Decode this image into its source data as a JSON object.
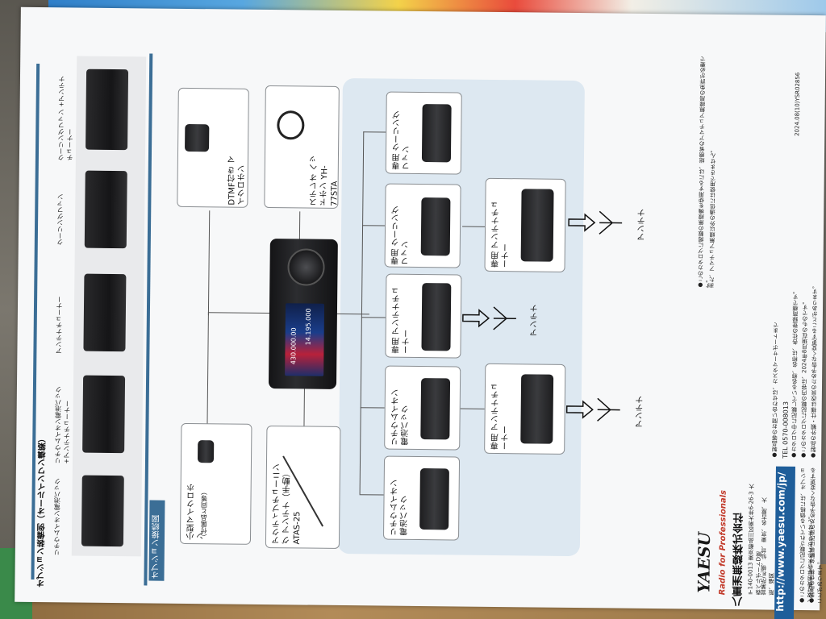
{
  "page": {
    "left_title": "オプション装備例（オールインワン構築）",
    "diagram_title": "オプション接続図"
  },
  "config_photos": [
    {
      "label": "リチウムイオン電池パック"
    },
    {
      "label": "リチウムイオン電池パック +アンテナチューナー"
    },
    {
      "label": "アンテナチューナー"
    },
    {
      "label": "クーリングファン"
    },
    {
      "label": "クーリングファン +アンテナチューナー"
    }
  ],
  "diagram": {
    "dtmf_mic": "DTMF付き マイクロホン",
    "headphone": "ステレオ ヘッドホン YH-77STA",
    "small_mic": "小型マイクロホン",
    "small_mic_note": "（付属品と同等）",
    "atas": "アクティブチューニング アンテナ（手動） ATAS-25",
    "battery1": "リチウムイオン 電池パック",
    "battery2": "リチウムイオン 電池パック",
    "tuner_mid": "専用 アンテナチューナー",
    "tuner_bottom": "専用 アンテナチューナー",
    "tuner_top": "専用 アンテナチューナー",
    "fan1": "専用 クーリングファン",
    "fan2": "専用 クーリングファン",
    "antenna1": "アンテナ",
    "antenna2": "アンテナ",
    "antenna3": "アンテナ",
    "freq_main": "14.195.000",
    "freq_sub": "430.000.00"
  },
  "notes": {
    "right_top": "●このカタログに掲載の無線機を使用するには、総務省のアマチュア無線局の免許が必要です。",
    "right_top2": "また、アマチュア無線以外の通信には使用できません。",
    "date_code": "2024.08(10)YSR02856",
    "contact": "●製品等のお問い合わせは、カスタマーサポートまで",
    "tel": "TEL 0570-008013",
    "note1": "●カタログ中に記載している名称、名称は、各社の登録商標です。",
    "note2": "●このカタログに記載の内容は、2024年8月現在のものです。",
    "note3": "●製品の外観・仕様は改良のため予告なく変更することがあります。",
    "note4": "●このカタログに記載されている価格には、オプション取付費用は含まれておりません。",
    "note5": "●製品の仕様・外観等は改良のため予告なく変更することがあります。"
  },
  "company": {
    "brand": "YAESU",
    "tagline": "Radio for Professionals",
    "name": "八重洲無線株式会社",
    "address": "〒140-0013 東京都品川区南大井6-26-3 大森ベルポートD館",
    "offices": "営業所/札幌、仙台、東京、名古屋、大阪、福岡",
    "url": "http://www.yaesu.com/jp/"
  },
  "colors": {
    "accent_blue": "#3b6e96",
    "url_bar": "#1f5e9a",
    "tagline_red": "#c23a2a",
    "diagram_bg": "#dde8f1"
  }
}
